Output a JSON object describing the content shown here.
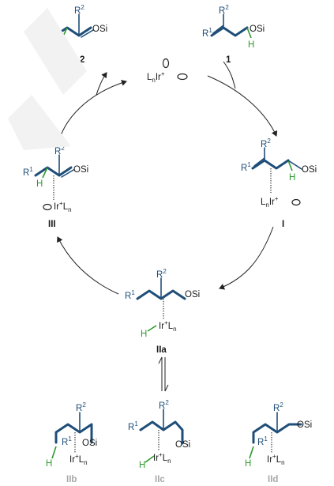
{
  "labels": {
    "r1": "R",
    "r1_sup": "1",
    "r2": "R",
    "r2_sup": "2",
    "osi": "OSi",
    "h": "H",
    "ir_L": "L",
    "ir_n": "n",
    "ir": "Ir",
    "ir_plus": "+",
    "ir_L2": "L",
    "ir_n2": "n"
  },
  "compounds": {
    "c1": "1",
    "c2": "2",
    "cI": "I",
    "cIIa": "IIa",
    "cIII": "III",
    "cIIb": "IIb",
    "cIIc": "IIc",
    "cIId": "IId"
  },
  "colors": {
    "substrate": "#1f4e79",
    "hydrogen": "#2e9a2e",
    "text": "#1a1a1a",
    "inactive": "#a8a8a8"
  }
}
